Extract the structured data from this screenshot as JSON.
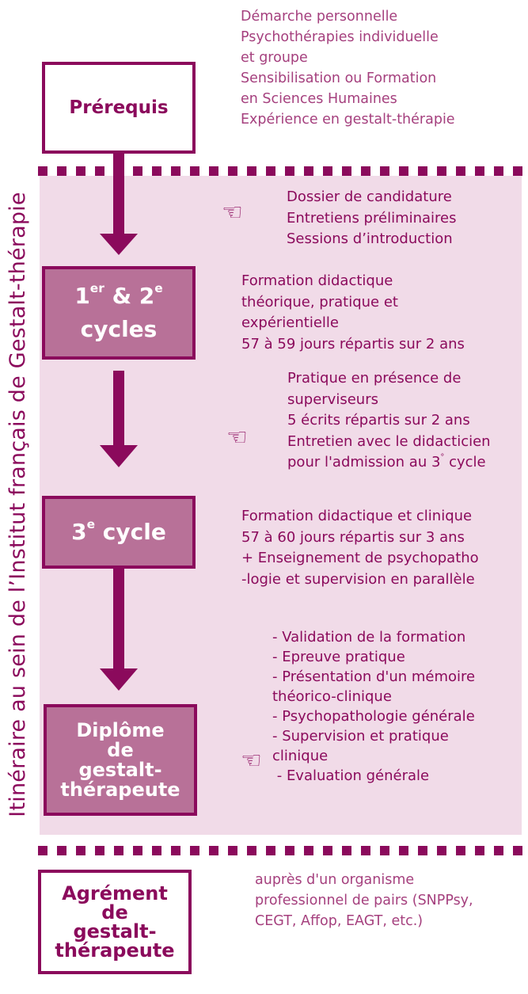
{
  "vertical_title": "Itinéraire au sein de l’Institut  français de Gestalt-thérapie",
  "prerequis": {
    "label": "Prérequis",
    "details": [
      "Démarche personnelle",
      "Psychothérapies individuelle",
      "et groupe",
      "Sensibilisation ou Formation",
      "en Sciences Humaines",
      "Expérience en gestalt-thérapie"
    ]
  },
  "admission": {
    "steps": [
      "Dossier de candidature",
      "Entretiens préliminaires",
      "Sessions d’introduction"
    ]
  },
  "cycles12": {
    "label_part1": "1",
    "label_sup1": "er",
    "label_part2": " & 2",
    "label_sup2": "e",
    "label_line2": "cycles",
    "details": [
      "Formation didactique",
      "théorique, pratique et",
      "expérientielle",
      "57 à 59 jours répartis sur 2 ans"
    ]
  },
  "transition3": {
    "details": [
      "Pratique  en présence de",
      "superviseurs",
      "5 écrits répartis sur 2 ans",
      "Entretien avec le didacticien"
    ],
    "last_line_prefix": "pour l'admission au 3",
    "last_line_sup": "°",
    "last_line_suffix": " cycle"
  },
  "cycle3": {
    "label_num": "3",
    "label_sup": "e",
    "label_text": " cycle",
    "details": [
      "Formation didactique et clinique",
      "57 à 60 jours répartis sur 3 ans",
      "+ Enseignement de psychopatho",
      "-logie et supervision en parallèle"
    ]
  },
  "diplome": {
    "label_lines": [
      "Diplôme",
      "de",
      "gestalt-",
      "thérapeute"
    ],
    "requirements": [
      "- Validation de la formation",
      "- Epreuve pratique",
      "- Présentation d'un mémoire",
      "théorico-clinique",
      "- Psychopathologie générale",
      "- Supervision et pratique",
      "clinique",
      " - Evaluation générale"
    ]
  },
  "agrement": {
    "label_lines": [
      "Agrément",
      "de",
      "gestalt-",
      "thérapeute"
    ],
    "details": [
      "auprès d'un organisme",
      "professionnel de pairs (SNPPsy,",
      "CEGT, Affop, EAGT, etc.)"
    ]
  },
  "icons": {
    "hand": "pointing-hand-icon",
    "arrow": "arrow-down-icon"
  },
  "colors": {
    "primary": "#8b0a5c",
    "box_fill": "#b87198",
    "panel_bg": "#f1dbe8",
    "light_text": "#a5407e"
  }
}
